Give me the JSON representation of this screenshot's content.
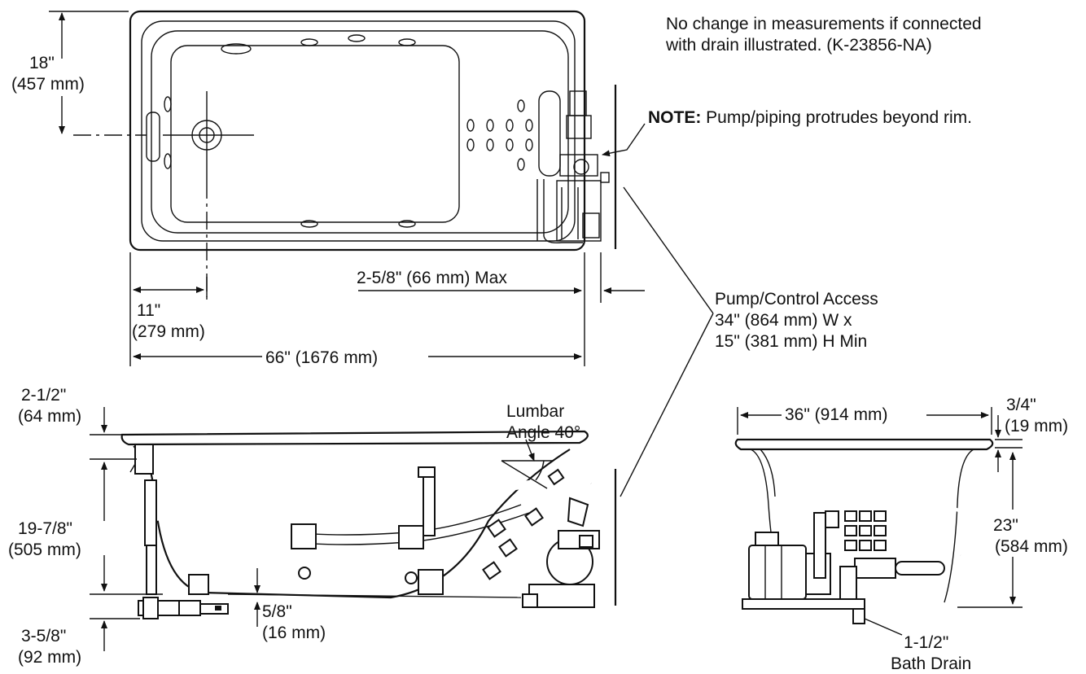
{
  "notes": {
    "drain_note": [
      "No change in measurements if connected",
      "with drain illustrated.  (K-23856-NA)"
    ],
    "pump_note_bold": "NOTE:",
    "pump_note_text": " Pump/piping protrudes beyond rim.",
    "access": [
      "Pump/Control Access",
      "34\" (864 mm) W x",
      "15\" (381 mm) H Min"
    ]
  },
  "top_view": {
    "width_inner": [
      "18\"",
      "(457 mm)"
    ],
    "drain_offset": [
      "11\"",
      "(279 mm)"
    ],
    "overall_length": "66\" (1676 mm)",
    "pump_protrusion": "2-5/8\" (66 mm) Max"
  },
  "side_view": {
    "rim_height": [
      "2-1/2\"",
      "(64 mm)"
    ],
    "depth": [
      "19-7/8\"",
      "(505 mm)"
    ],
    "base_offset": [
      "3-5/8\"",
      "(92 mm)"
    ],
    "floor_gap": [
      "5/8\"",
      "(16 mm)"
    ],
    "lumbar": [
      "Lumbar",
      "Angle 40°"
    ]
  },
  "end_view": {
    "width": "36\" (914 mm)",
    "rim_thickness": [
      "3/4\"",
      "(19 mm)"
    ],
    "height": [
      "23\"",
      "(584 mm)"
    ],
    "drain": [
      "1-1/2\"",
      "Bath Drain"
    ]
  }
}
